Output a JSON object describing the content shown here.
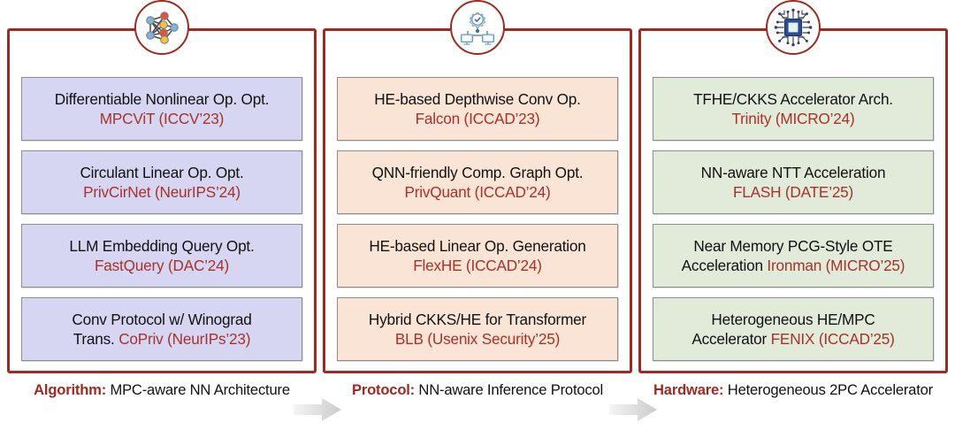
{
  "theme": {
    "border_color": "#9e2a21",
    "accent_red": "#a8322a",
    "text_color": "#111111",
    "col1_card_bg": "#d6d6f2",
    "col2_card_bg": "#fae4d6",
    "col3_card_bg": "#e2eada",
    "arrow_color": "#d9d9d9"
  },
  "columns": [
    {
      "id": "algorithm",
      "icon": "neural-network-icon",
      "cards": [
        {
          "title": "Differentiable Nonlinear Op. Opt.",
          "work": "MPCViT (ICCV’23)"
        },
        {
          "title": "Circulant Linear Op. Opt.",
          "work": "PrivCirNet (NeurIPS’24)"
        },
        {
          "title": "LLM Embedding Query Opt.",
          "work": "FastQuery (DAC’24)"
        },
        {
          "title": "Conv Protocol w/ Winograd",
          "line2_prefix": "Trans. ",
          "line2_work": "CoPriv (NeurIPs’23)"
        }
      ],
      "caption_label": "Algorithm:",
      "caption_text": " MPC-aware NN Architecture"
    },
    {
      "id": "protocol",
      "icon": "gear-network-icon",
      "cards": [
        {
          "title": "HE-based Depthwise Conv Op.",
          "work": "Falcon (ICCAD’23)"
        },
        {
          "title": "QNN-friendly Comp. Graph Opt.",
          "work": "PrivQuant (ICCAD’24)"
        },
        {
          "title": "HE-based Linear Op. Generation",
          "work": "FlexHE (ICCAD’24)"
        },
        {
          "title": "Hybrid CKKS/HE for Transformer",
          "work": "BLB (Usenix Security’25)"
        }
      ],
      "caption_label": "Protocol:",
      "caption_text": " NN-aware Inference Protocol"
    },
    {
      "id": "hardware",
      "icon": "chip-circuit-icon",
      "cards": [
        {
          "title": "TFHE/CKKS Accelerator Arch.",
          "work": "Trinity (MICRO’24)"
        },
        {
          "title": "NN-aware NTT Acceleration",
          "work": "FLASH (DATE’25)"
        },
        {
          "title": "Near Memory PCG-Style OTE",
          "line2_prefix": "Acceleration ",
          "line2_work": "Ironman (MICRO’25)"
        },
        {
          "title": "Heterogeneous HE/MPC",
          "line2_prefix": "Accelerator ",
          "line2_work": "FENIX (ICCAD’25)"
        }
      ],
      "caption_label": "Hardware:",
      "caption_text": " Heterogeneous 2PC Accelerator"
    }
  ],
  "arrows": [
    {
      "name": "arrow-algorithm-to-protocol"
    },
    {
      "name": "arrow-protocol-to-hardware"
    }
  ]
}
